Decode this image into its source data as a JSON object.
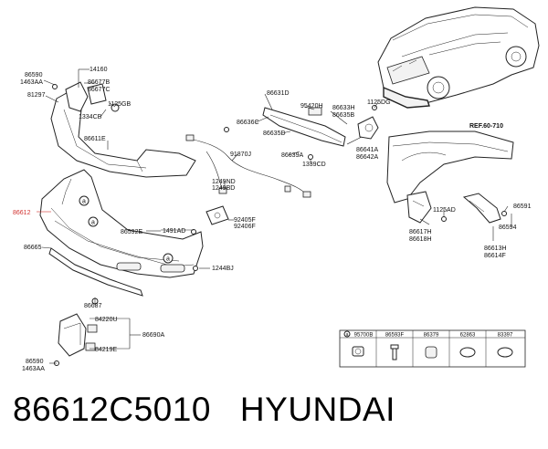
{
  "diagram": {
    "labels": {
      "l86590_top": "86590",
      "l1463AA_top": "1463AA",
      "l14160": "14160",
      "l81297": "81297",
      "l86677B": "86677B",
      "l86677C": "86677C",
      "l1125GB": "1125GB",
      "l1334CB": "1334CB",
      "l86611E": "86611E",
      "l86631D": "86631D",
      "l95420H": "95420H",
      "l86636C": "86636C",
      "l86633H": "86633H",
      "l86635B": "86635B",
      "l1125DG": "1125DG",
      "l86635D": "86635D",
      "l86639A": "86639A",
      "l1339CD": "1339CD",
      "l86641A": "86641A",
      "l86642A": "86642A",
      "l91870J": "91870J",
      "l1249ND": "1249ND",
      "l1249BD": "1249BD",
      "l92405F": "92405F",
      "l92406F": "92406F",
      "l86612": "86612",
      "l86592E": "86592E",
      "l1491AD": "1491AD",
      "l86665": "86665",
      "l1244BJ": "1244BJ",
      "l86687": "86687",
      "l84220U": "84220U",
      "l86690A": "86690A",
      "l84219E": "84219E",
      "l86590_bot": "86590",
      "l1463AA_bot": "1463AA",
      "refLabel": "REF.60-710",
      "l1125AD": "1125AD",
      "l86591": "86591",
      "l86594": "86594",
      "l86617H": "86617H",
      "l86618H": "86618H",
      "l86613H": "86613H",
      "l86614F": "86614F",
      "callout_a1": "a",
      "callout_a2": "a",
      "callout_a3": "a"
    },
    "legend": {
      "key": "a",
      "parts": [
        "95700B",
        "86593F",
        "86379",
        "62863",
        "83397"
      ]
    }
  },
  "caption": {
    "part_number": "86612C5010",
    "brand": "HYUNDAI"
  },
  "colors": {
    "highlight": "#d1312f",
    "line": "#222222"
  }
}
